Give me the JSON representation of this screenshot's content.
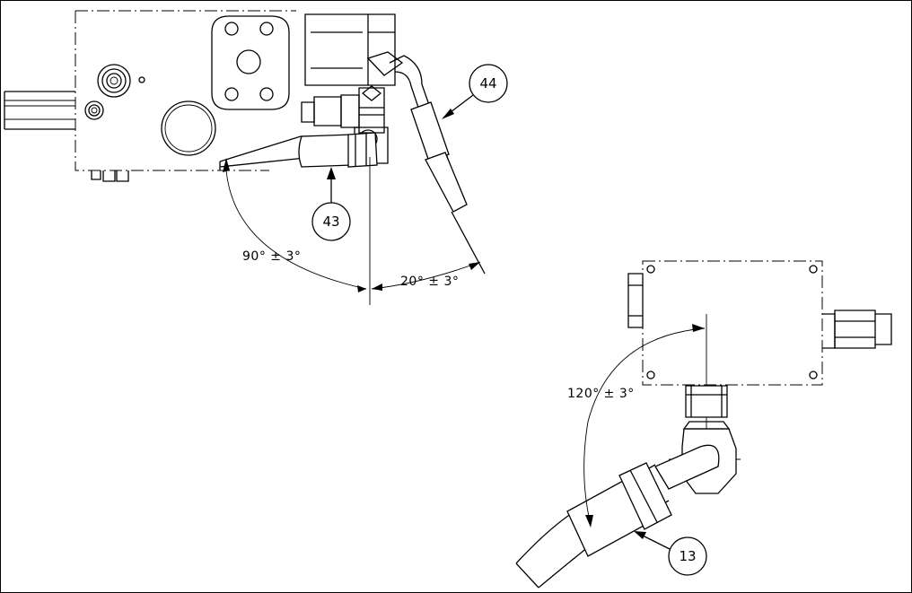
{
  "callouts": {
    "c44": "44",
    "c43": "43",
    "c13": "13"
  },
  "dimensions": {
    "d90": "90° ± 3°",
    "d20": "20° ± 3°",
    "d120": "120° ± 3°"
  }
}
